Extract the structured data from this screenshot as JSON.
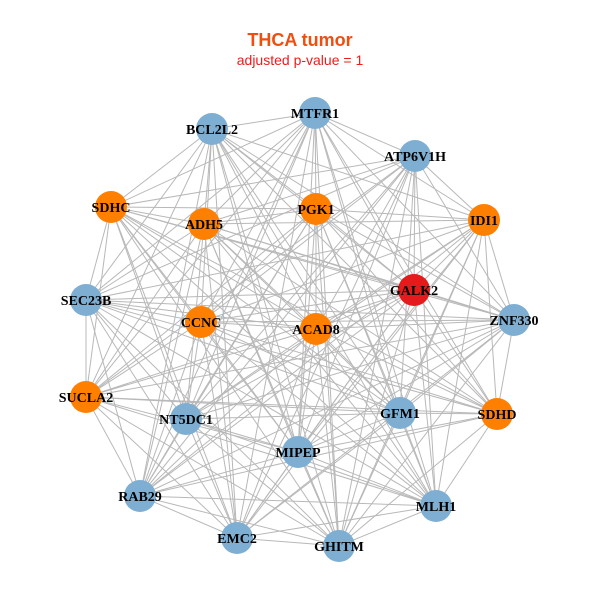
{
  "header": {
    "title": "THCA tumor",
    "subtitle": "adjusted p-value = 1"
  },
  "colors": {
    "blue": "#7EAFD3",
    "orange": "#FF7F00",
    "red": "#E41A1C",
    "edge": "#B8B8B8"
  },
  "nodes": [
    {
      "id": "MTFR1",
      "group": "blue"
    },
    {
      "id": "BCL2L2",
      "group": "blue"
    },
    {
      "id": "ATP6V1H",
      "group": "blue"
    },
    {
      "id": "SDHC",
      "group": "orange"
    },
    {
      "id": "PGK1",
      "group": "orange"
    },
    {
      "id": "ADH5",
      "group": "orange"
    },
    {
      "id": "IDI1",
      "group": "orange"
    },
    {
      "id": "GALK2",
      "group": "red"
    },
    {
      "id": "SEC23B",
      "group": "blue"
    },
    {
      "id": "ZNF330",
      "group": "blue"
    },
    {
      "id": "CCNC",
      "group": "orange"
    },
    {
      "id": "ACAD8",
      "group": "orange"
    },
    {
      "id": "SUCLA2",
      "group": "orange"
    },
    {
      "id": "NT5DC1",
      "group": "blue"
    },
    {
      "id": "GFM1",
      "group": "blue"
    },
    {
      "id": "SDHD",
      "group": "orange"
    },
    {
      "id": "MIPEP",
      "group": "blue"
    },
    {
      "id": "RAB29",
      "group": "blue"
    },
    {
      "id": "MLH1",
      "group": "blue"
    },
    {
      "id": "EMC2",
      "group": "blue"
    },
    {
      "id": "GHITM",
      "group": "blue"
    }
  ]
}
